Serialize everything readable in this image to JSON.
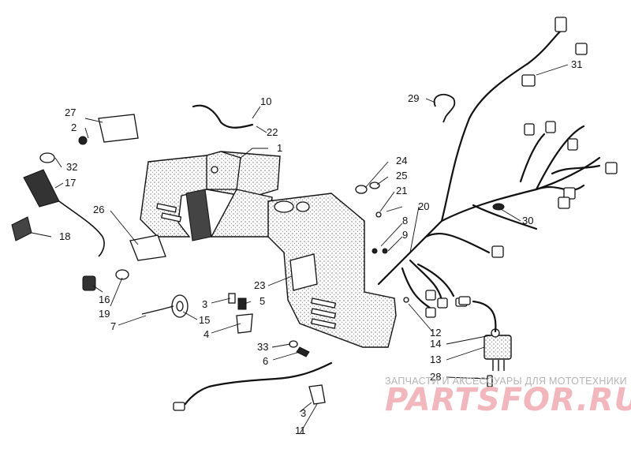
{
  "watermark": {
    "caption": "ЗАПЧАСТИ И АКСЕССУАРЫ ДЛЯ МОТОТЕХНИКИ",
    "logo": "PARTSFOR.RU"
  },
  "callouts": [
    {
      "id": "c-1",
      "label": "1"
    },
    {
      "id": "c-2",
      "label": "2"
    },
    {
      "id": "c-3a",
      "label": "3"
    },
    {
      "id": "c-3b",
      "label": "3"
    },
    {
      "id": "c-4",
      "label": "4"
    },
    {
      "id": "c-5",
      "label": "5"
    },
    {
      "id": "c-6",
      "label": "6"
    },
    {
      "id": "c-7",
      "label": "7"
    },
    {
      "id": "c-8",
      "label": "8"
    },
    {
      "id": "c-9",
      "label": "9"
    },
    {
      "id": "c-10",
      "label": "10"
    },
    {
      "id": "c-11",
      "label": "11"
    },
    {
      "id": "c-12",
      "label": "12"
    },
    {
      "id": "c-13",
      "label": "13"
    },
    {
      "id": "c-14",
      "label": "14"
    },
    {
      "id": "c-15",
      "label": "15"
    },
    {
      "id": "c-16",
      "label": "16"
    },
    {
      "id": "c-17",
      "label": "17"
    },
    {
      "id": "c-18",
      "label": "18"
    },
    {
      "id": "c-19",
      "label": "19"
    },
    {
      "id": "c-20",
      "label": "20"
    },
    {
      "id": "c-21",
      "label": "21"
    },
    {
      "id": "c-22",
      "label": "22"
    },
    {
      "id": "c-23",
      "label": "23"
    },
    {
      "id": "c-24",
      "label": "24"
    },
    {
      "id": "c-25",
      "label": "25"
    },
    {
      "id": "c-26",
      "label": "26"
    },
    {
      "id": "c-27",
      "label": "27"
    },
    {
      "id": "c-28",
      "label": "28"
    },
    {
      "id": "c-29",
      "label": "29"
    },
    {
      "id": "c-30",
      "label": "30"
    },
    {
      "id": "c-31",
      "label": "31"
    },
    {
      "id": "c-32",
      "label": "32"
    },
    {
      "id": "c-33",
      "label": "33"
    }
  ]
}
